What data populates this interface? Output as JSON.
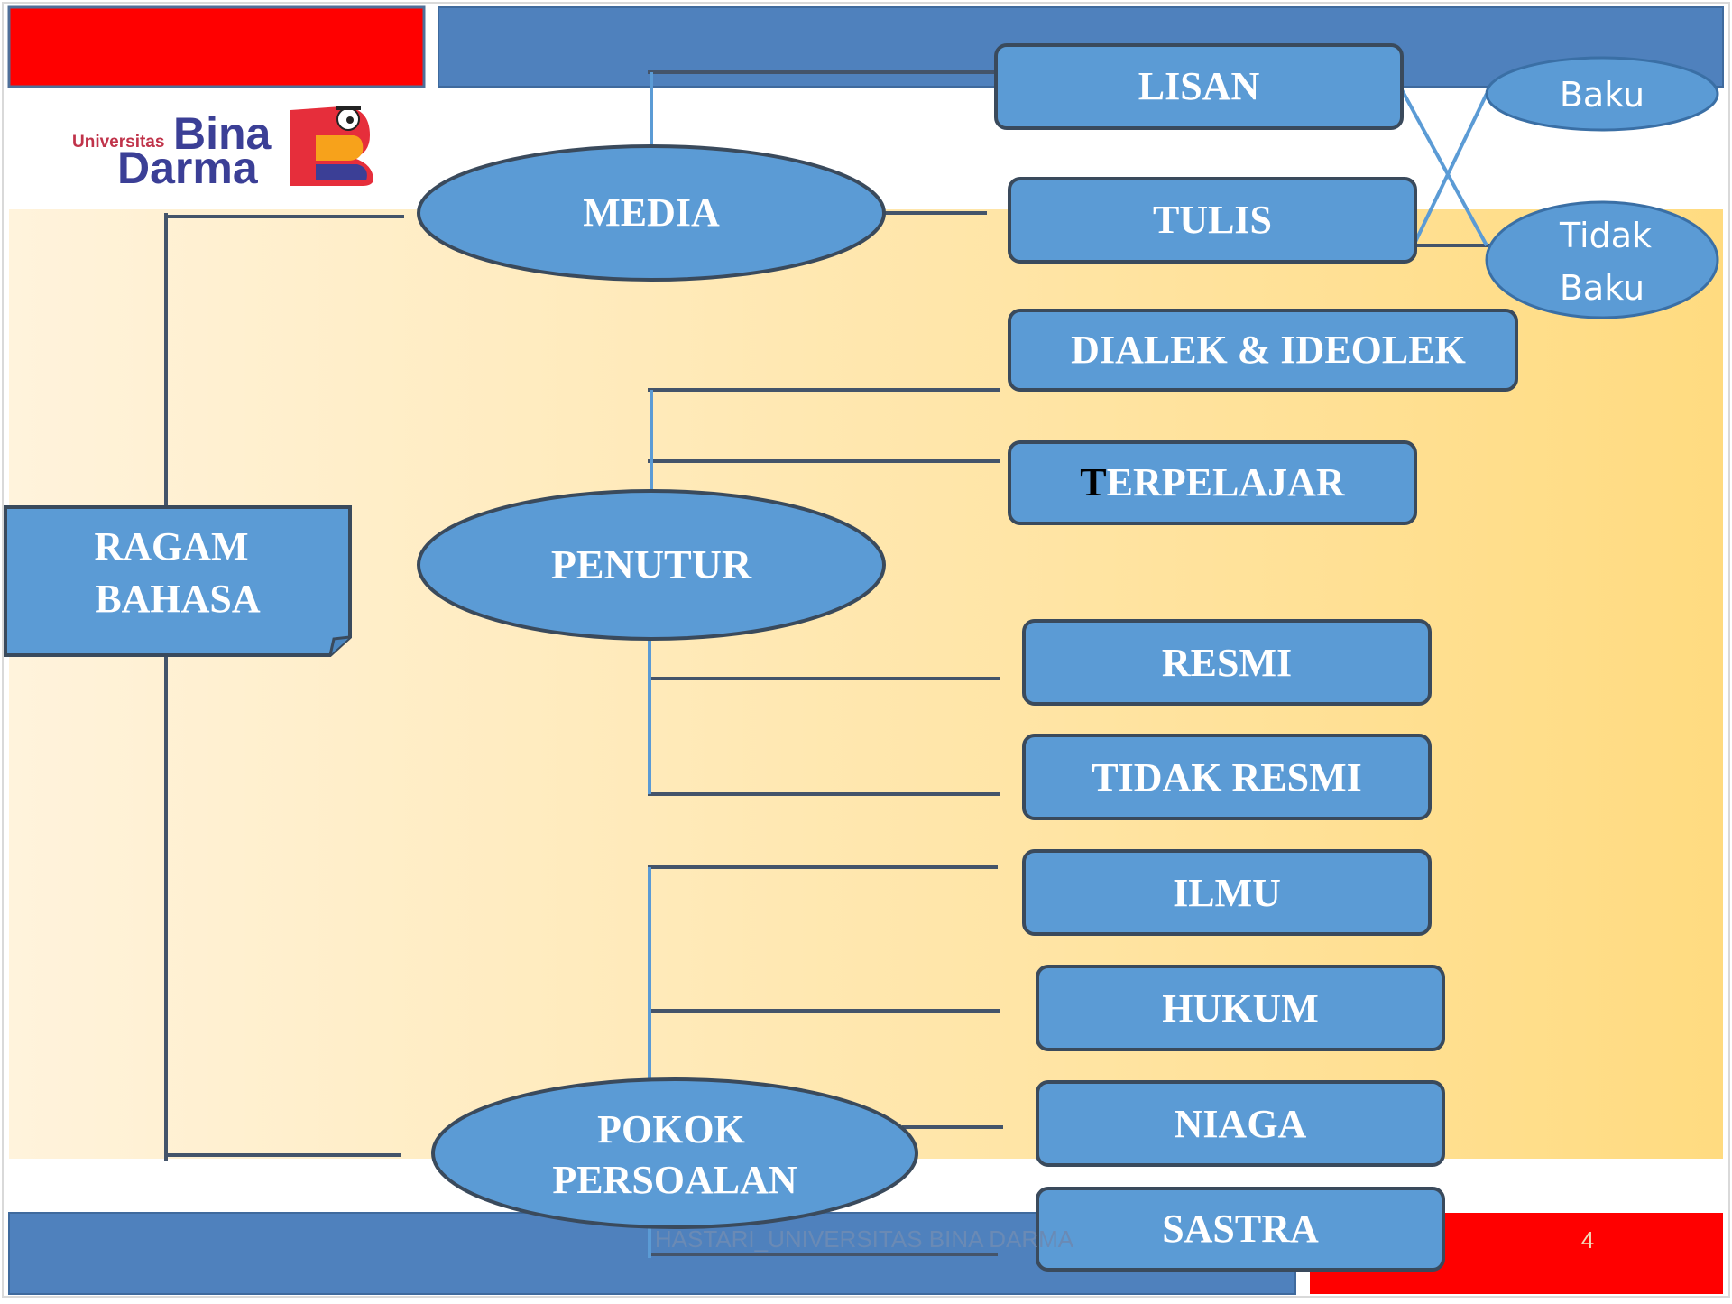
{
  "colors": {
    "shape_fill": "#5b9bd5",
    "shape_stroke": "#3a4a5c",
    "connector_blue": "#5b9bd5",
    "connector_dark": "#44546a",
    "banner_blue": "#4f81bd",
    "banner_red": "#ff0000",
    "bg_gradient_start": "#fff3dc",
    "bg_gradient_end": "#ffdb80",
    "footer_text": "#6a8ab5",
    "page_number": "#f2d9b8"
  },
  "logo": {
    "small_text": "Universitas",
    "line1": "Bina",
    "line2": "Darma",
    "icon": "bina-darma-b-mascot-icon"
  },
  "root": {
    "line1": "RAGAM",
    "line2": "BAHASA"
  },
  "categories": {
    "media": "MEDIA",
    "penutur": "PENUTUR",
    "pokok_line1": "POKOK",
    "pokok_line2": "PERSOALAN"
  },
  "leaves": {
    "lisan": "LISAN",
    "tulis": "TULIS",
    "dialek": "DIALEK & IDEOLEK",
    "terpelajar_first": "T",
    "terpelajar_rest": "ERPELAJAR",
    "resmi": "RESMI",
    "tidak_resmi": "TIDAK RESMI",
    "ilmu": "ILMU",
    "hukum": "HUKUM",
    "niaga": "NIAGA",
    "sastra": "SASTRA"
  },
  "variants": {
    "baku": "Baku",
    "tidak_baku_line1": "Tidak",
    "tidak_baku_line2": "Baku"
  },
  "footer": {
    "text": "HASTARI_UNIVERSITAS BINA DARMA",
    "page_number": "4"
  }
}
